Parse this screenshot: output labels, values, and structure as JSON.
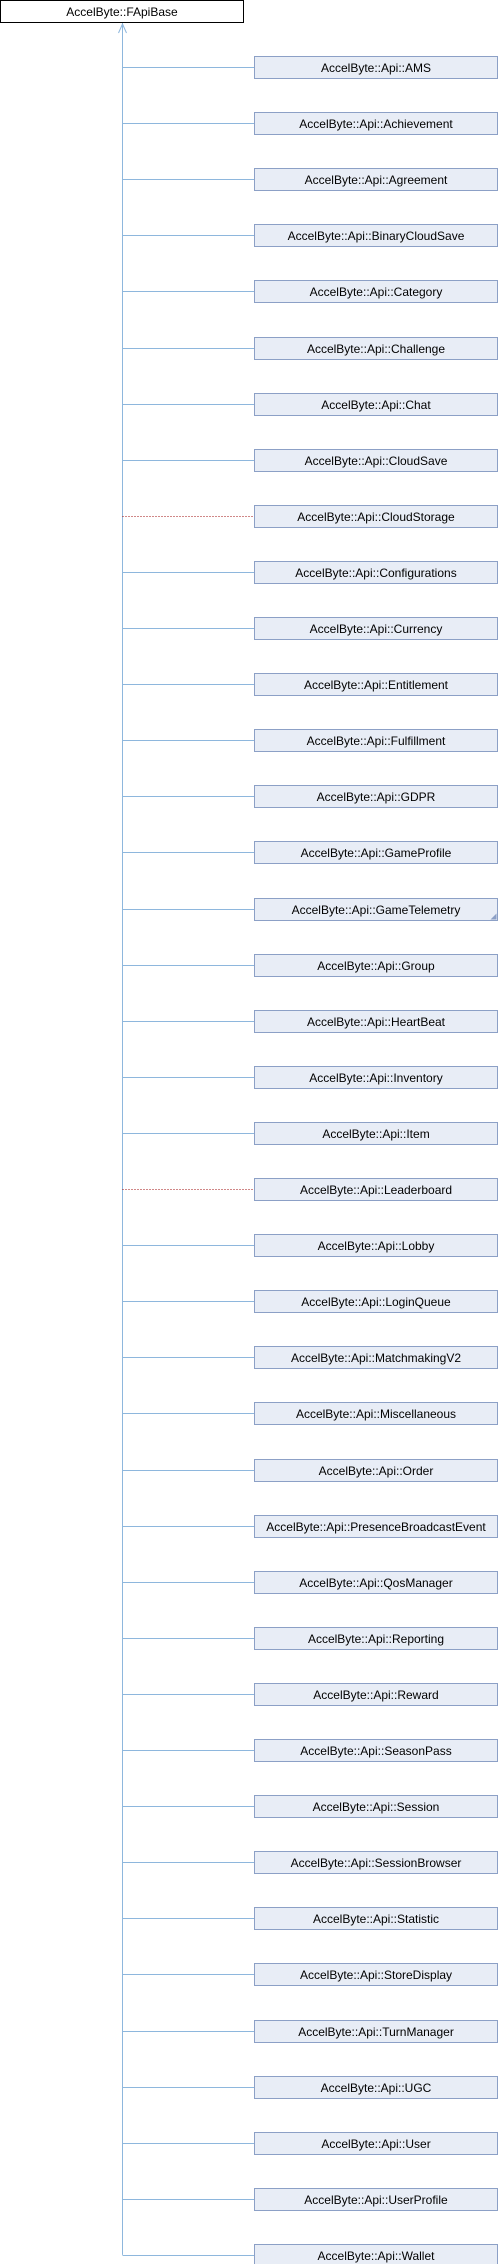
{
  "colors": {
    "root_fill": "#ffffff",
    "root_stroke": "#000000",
    "node_fill": "#e8edf6",
    "node_stroke": "#8ca0c6",
    "edge": "#8eb7dd",
    "edge_dotted": "#a01010",
    "marker": "#8ca0c6"
  },
  "base": {
    "label": "AccelByte::FApiBase"
  },
  "classes": [
    {
      "label": "AccelByte::Api::AMS",
      "edge": "solid"
    },
    {
      "label": "AccelByte::Api::Achievement",
      "edge": "solid"
    },
    {
      "label": "AccelByte::Api::Agreement",
      "edge": "solid"
    },
    {
      "label": "AccelByte::Api::BinaryCloudSave",
      "edge": "solid"
    },
    {
      "label": "AccelByte::Api::Category",
      "edge": "solid"
    },
    {
      "label": "AccelByte::Api::Challenge",
      "edge": "solid"
    },
    {
      "label": "AccelByte::Api::Chat",
      "edge": "solid"
    },
    {
      "label": "AccelByte::Api::CloudSave",
      "edge": "solid"
    },
    {
      "label": "AccelByte::Api::CloudStorage",
      "edge": "dotted"
    },
    {
      "label": "AccelByte::Api::Configurations",
      "edge": "solid"
    },
    {
      "label": "AccelByte::Api::Currency",
      "edge": "solid"
    },
    {
      "label": "AccelByte::Api::Entitlement",
      "edge": "solid"
    },
    {
      "label": "AccelByte::Api::Fulfillment",
      "edge": "solid"
    },
    {
      "label": "AccelByte::Api::GDPR",
      "edge": "solid"
    },
    {
      "label": "AccelByte::Api::GameProfile",
      "edge": "solid"
    },
    {
      "label": "AccelByte::Api::GameTelemetry",
      "edge": "solid",
      "has_marker": true
    },
    {
      "label": "AccelByte::Api::Group",
      "edge": "solid"
    },
    {
      "label": "AccelByte::Api::HeartBeat",
      "edge": "solid"
    },
    {
      "label": "AccelByte::Api::Inventory",
      "edge": "solid"
    },
    {
      "label": "AccelByte::Api::Item",
      "edge": "solid"
    },
    {
      "label": "AccelByte::Api::Leaderboard",
      "edge": "dotted"
    },
    {
      "label": "AccelByte::Api::Lobby",
      "edge": "solid"
    },
    {
      "label": "AccelByte::Api::LoginQueue",
      "edge": "solid"
    },
    {
      "label": "AccelByte::Api::MatchmakingV2",
      "edge": "solid"
    },
    {
      "label": "AccelByte::Api::Miscellaneous",
      "edge": "solid"
    },
    {
      "label": "AccelByte::Api::Order",
      "edge": "solid"
    },
    {
      "label": "AccelByte::Api::PresenceBroadcastEvent",
      "edge": "solid"
    },
    {
      "label": "AccelByte::Api::QosManager",
      "edge": "solid"
    },
    {
      "label": "AccelByte::Api::Reporting",
      "edge": "solid"
    },
    {
      "label": "AccelByte::Api::Reward",
      "edge": "solid"
    },
    {
      "label": "AccelByte::Api::SeasonPass",
      "edge": "solid"
    },
    {
      "label": "AccelByte::Api::Session",
      "edge": "solid"
    },
    {
      "label": "AccelByte::Api::SessionBrowser",
      "edge": "solid"
    },
    {
      "label": "AccelByte::Api::Statistic",
      "edge": "solid"
    },
    {
      "label": "AccelByte::Api::StoreDisplay",
      "edge": "solid"
    },
    {
      "label": "AccelByte::Api::TurnManager",
      "edge": "solid"
    },
    {
      "label": "AccelByte::Api::UGC",
      "edge": "solid"
    },
    {
      "label": "AccelByte::Api::User",
      "edge": "solid"
    },
    {
      "label": "AccelByte::Api::UserProfile",
      "edge": "solid"
    },
    {
      "label": "AccelByte::Api::Wallet",
      "edge": "solid"
    }
  ]
}
